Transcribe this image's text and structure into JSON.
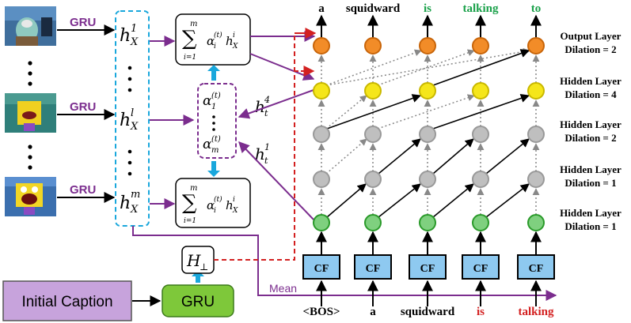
{
  "frames": [
    {
      "name": "frame-1"
    },
    {
      "name": "frame-2"
    },
    {
      "name": "frame-3"
    }
  ],
  "gru_label": "GRU",
  "hidden_states": {
    "h1": {
      "base": "h",
      "sup": "1",
      "sub": "X"
    },
    "hl": {
      "base": "h",
      "sup": "l",
      "sub": "X"
    },
    "hm": {
      "base": "h",
      "sup": "m",
      "sub": "X"
    }
  },
  "attention": {
    "sum_upper": "m",
    "sum_lower": "i=1",
    "term": "α",
    "term_sup": "(t)",
    "term_sub": "i",
    "h": "h",
    "h_sup": "i",
    "h_sub": "X",
    "alpha1": {
      "base": "α",
      "sup": "(t)",
      "sub": "1"
    },
    "alpham": {
      "base": "α",
      "sup": "(t)",
      "sub": "m"
    },
    "ht4": {
      "base": "h",
      "sup": "4",
      "sub": "t"
    },
    "ht1": {
      "base": "h",
      "sup": "1",
      "sub": "t"
    }
  },
  "h_perp": {
    "base": "H",
    "sub": "⊥"
  },
  "initial_caption": "Initial Caption",
  "gru_box": "GRU",
  "mean_label": "Mean",
  "cf_label": "CF",
  "output_words": [
    {
      "text": "a",
      "color": "#000000"
    },
    {
      "text": "squidward",
      "color": "#000000"
    },
    {
      "text": "is",
      "color": "#1aa14a"
    },
    {
      "text": "talking",
      "color": "#1aa14a"
    },
    {
      "text": "to",
      "color": "#1aa14a"
    }
  ],
  "input_words": [
    {
      "text": "<BOS>",
      "color": "#000000"
    },
    {
      "text": "a",
      "color": "#000000"
    },
    {
      "text": "squidward",
      "color": "#000000"
    },
    {
      "text": "is",
      "color": "#d32020"
    },
    {
      "text": "talking",
      "color": "#d32020"
    }
  ],
  "layers": [
    {
      "title": "Output Layer",
      "dilation": "Dilation = 2",
      "fill": "#f28c28",
      "stroke": "#c8650a"
    },
    {
      "title": "Hidden Layer",
      "dilation": "Dilation = 4",
      "fill": "#f5e61a",
      "stroke": "#c9b800"
    },
    {
      "title": "Hidden Layer",
      "dilation": "Dilation = 2",
      "fill": "#bfbfbf",
      "stroke": "#999999"
    },
    {
      "title": "Hidden Layer",
      "dilation": "Dilation = 1",
      "fill": "#bfbfbf",
      "stroke": "#999999"
    },
    {
      "title": "Hidden Layer",
      "dilation": "Dilation = 1",
      "fill": "#7fd07f",
      "stroke": "#2a9a2a"
    }
  ],
  "colors": {
    "purple": "#7b2d8e",
    "cyan": "#19a7dc",
    "red": "#d32020",
    "cf_fill": "#8ec9f0",
    "caption_fill": "#c7a3dc",
    "gru_fill": "#7ec83a"
  }
}
